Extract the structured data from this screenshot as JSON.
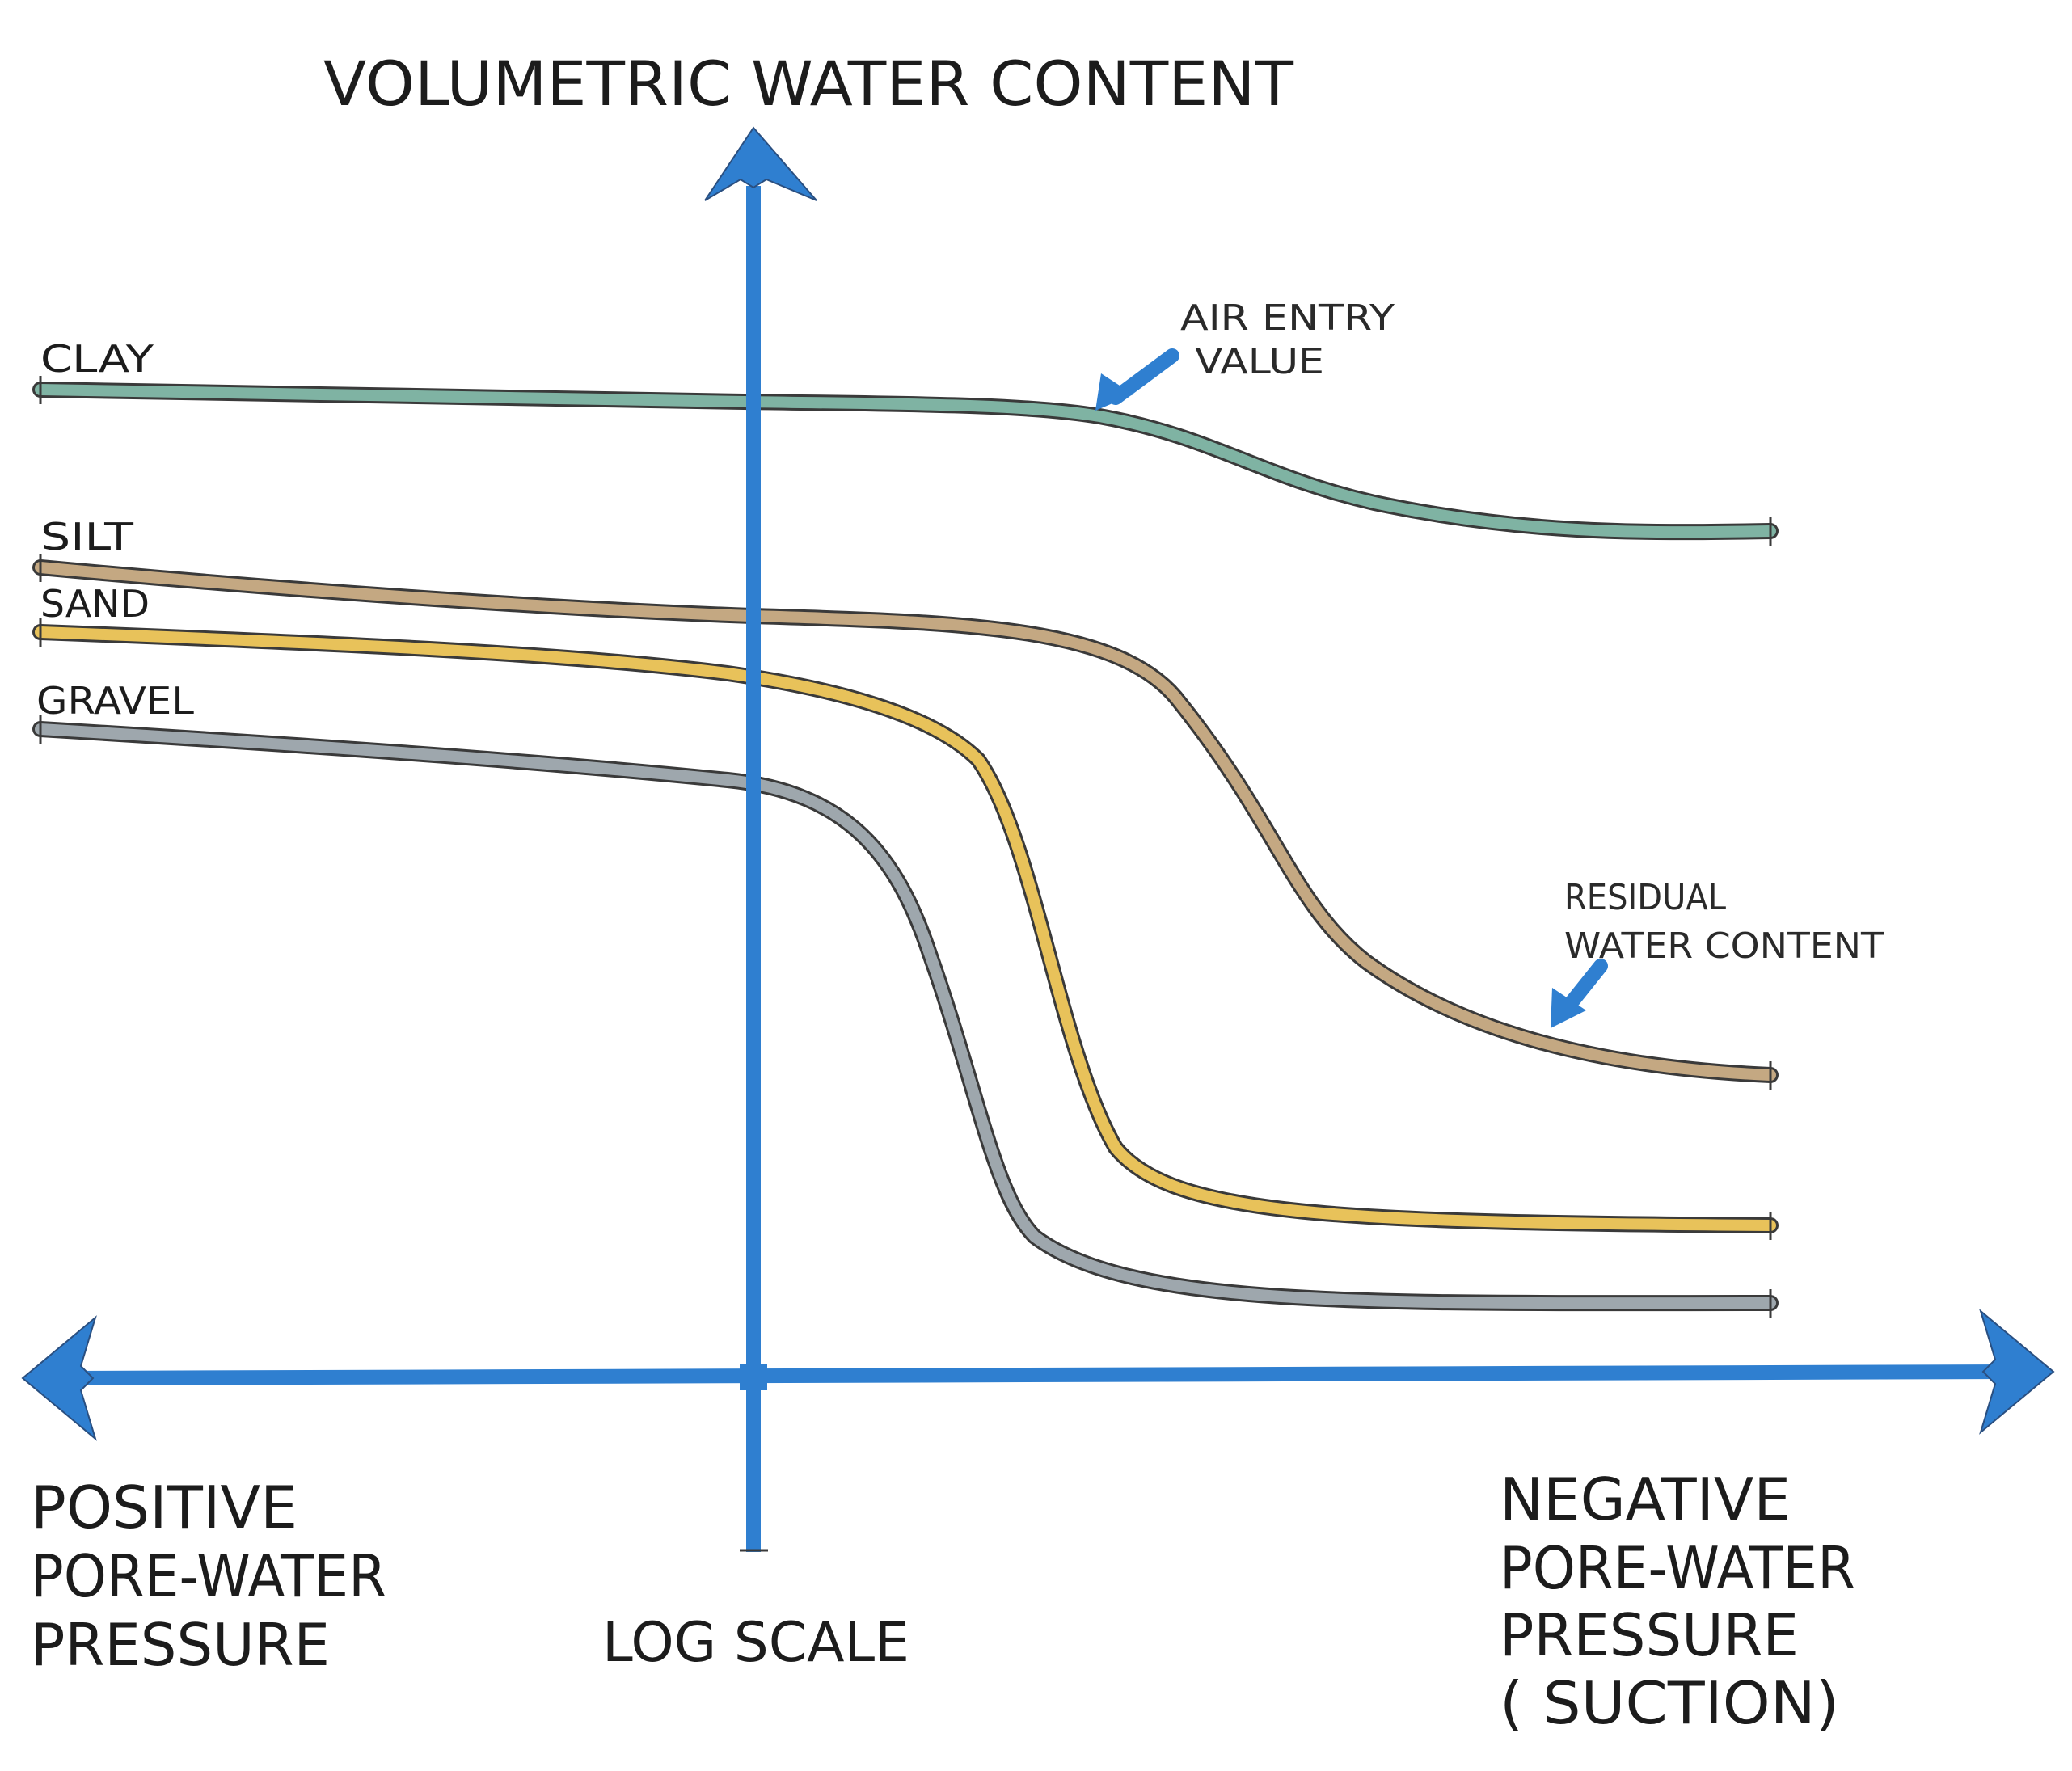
{
  "chart_data": {
    "type": "line",
    "title": "VOLUMETRIC WATER CONTENT",
    "xlabel_center": "LOG SCALE",
    "xlabel_left": [
      "POSITIVE",
      "PORE-WATER",
      "PRESSURE"
    ],
    "xlabel_right": [
      "NEGATIVE",
      "PORE-WATER",
      "PRESSURE",
      "( SUCTION)"
    ],
    "x_scale": "log",
    "grid": false,
    "series": [
      {
        "name": "CLAY",
        "color": "#7fb3a3"
      },
      {
        "name": "SILT",
        "color": "#c4a882"
      },
      {
        "name": "SAND",
        "color": "#e8c25a"
      },
      {
        "name": "GRAVEL",
        "color": "#9ea7ad"
      }
    ],
    "annotations": [
      {
        "text": [
          "AIR ENTRY",
          "VALUE"
        ],
        "target": "CLAY"
      },
      {
        "text": [
          "RESIDUAL",
          "WATER CONTENT"
        ],
        "target": "SILT"
      }
    ]
  },
  "colors": {
    "axis": "#2f7fd0",
    "outline": "#3a3a3a"
  }
}
